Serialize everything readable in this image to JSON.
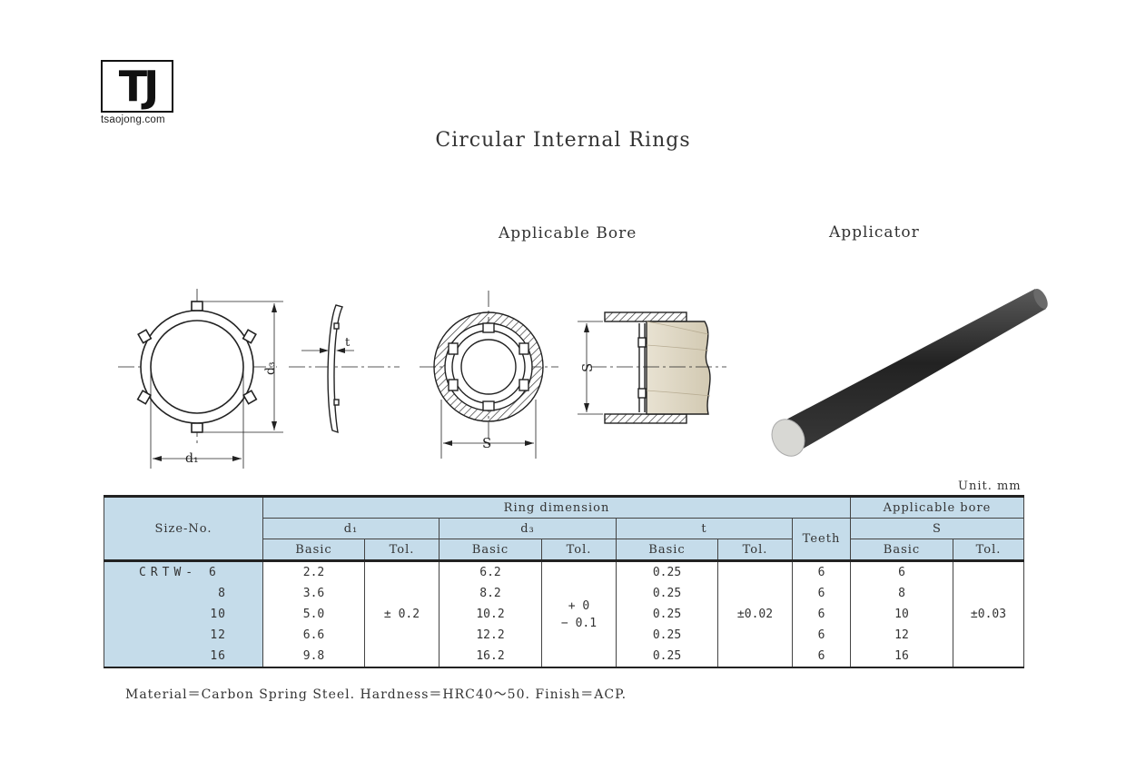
{
  "logo": {
    "mark": "TJ",
    "url": "tsaojong.com"
  },
  "title": "Circular Internal Rings",
  "labels": {
    "applicable_bore": "Applicable Bore",
    "applicator": "Applicator"
  },
  "dimension_labels": {
    "d1": "d₁",
    "d3": "d₃",
    "t": "t",
    "s": "S"
  },
  "unit": "Unit. mm",
  "table": {
    "size_header": "Size-No.",
    "ring_dimension": "Ring dimension",
    "applicable_bore": "Applicable bore",
    "d1": "d₁",
    "d3": "d₃",
    "t": "t",
    "teeth": "Teeth",
    "s": "S",
    "basic": "Basic",
    "tol": "Tol.",
    "rows": [
      {
        "size": "CRTW- 6",
        "d1": "2.2",
        "d3": "6.2",
        "t": "0.25",
        "teeth": "6",
        "s": "6"
      },
      {
        "size": "8",
        "d1": "3.6",
        "d3": "8.2",
        "t": "0.25",
        "teeth": "6",
        "s": "8"
      },
      {
        "size": "10",
        "d1": "5.0",
        "d3": "10.2",
        "t": "0.25",
        "teeth": "6",
        "s": "10"
      },
      {
        "size": "12",
        "d1": "6.6",
        "d3": "12.2",
        "t": "0.25",
        "teeth": "6",
        "s": "12"
      },
      {
        "size": "16",
        "d1": "9.8",
        "d3": "16.2",
        "t": "0.25",
        "teeth": "6",
        "s": "16"
      }
    ],
    "d1_tol": "± 0.2",
    "d3_tol_plus": "+ 0",
    "d3_tol_minus": "− 0.1",
    "t_tol": "±0.02",
    "s_tol": "±0.03"
  },
  "footnote": "Material＝Carbon Spring Steel. Hardness＝HRC40～50. Finish＝ACP.",
  "colors": {
    "table_header": "#c5dcea",
    "ink": "#222222"
  }
}
